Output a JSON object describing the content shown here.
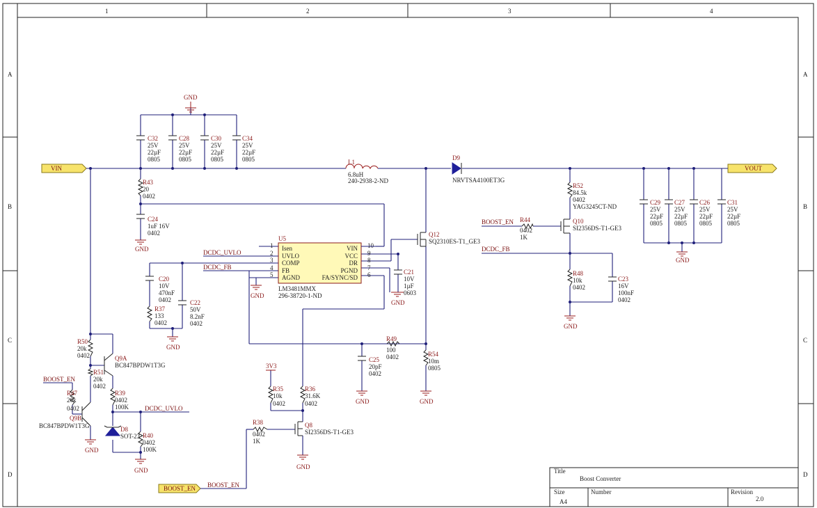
{
  "zones": {
    "columns": [
      "1",
      "2",
      "3",
      "4"
    ],
    "rows": [
      "A",
      "B",
      "C",
      "D"
    ]
  },
  "ports": {
    "vin": "VIN",
    "vout": "VOUT",
    "boost_en": "BOOST_EN"
  },
  "nets": {
    "gnd": "GND",
    "v3v3": "3V3",
    "dcdc_uvlo": "DCDC_UVLO",
    "dcdc_fb": "DCDC_FB",
    "boost_en": "BOOST_EN"
  },
  "components": {
    "c32": {
      "ref": "C32",
      "v": "25V",
      "val": "22µF",
      "pkg": "0805"
    },
    "c28": {
      "ref": "C28",
      "v": "25V",
      "val": "22µF",
      "pkg": "0805"
    },
    "c30": {
      "ref": "C30",
      "v": "25V",
      "val": "22µF",
      "pkg": "0805"
    },
    "c34": {
      "ref": "C34",
      "v": "25V",
      "val": "22µF",
      "pkg": "0805"
    },
    "r43": {
      "ref": "R43",
      "val": "20",
      "pkg": "0402"
    },
    "c24": {
      "ref": "C24",
      "val": "1uF 16V",
      "pkg": "0402"
    },
    "l1": {
      "ref": "L1",
      "val": "6.8uH",
      "pn": "240-2938-2-ND"
    },
    "d9": {
      "ref": "D9",
      "pn": "NRVTSA4100ET3G"
    },
    "u5": {
      "ref": "U5",
      "pn": "LM3481MMX",
      "pn2": "296-38720-1-ND",
      "pins_left": [
        {
          "num": "1",
          "name": "Isen"
        },
        {
          "num": "2",
          "name": "UVLO"
        },
        {
          "num": "3",
          "name": "COMP"
        },
        {
          "num": "4",
          "name": "FB"
        },
        {
          "num": "5",
          "name": "AGND"
        }
      ],
      "pins_right": [
        {
          "num": "10",
          "name": "VIN"
        },
        {
          "num": "9",
          "name": "VCC"
        },
        {
          "num": "8",
          "name": "DR"
        },
        {
          "num": "7",
          "name": "PGND"
        },
        {
          "num": "6",
          "name": "FA/SYNC/SD"
        }
      ]
    },
    "q12": {
      "ref": "Q12",
      "pn": "SQ2310ES-T1_GE3"
    },
    "c21": {
      "ref": "C21",
      "v": "10V",
      "val": "1µF",
      "pkg": "0603"
    },
    "c20": {
      "ref": "C20",
      "v": "10V",
      "val": "470nF",
      "pkg": "0402"
    },
    "r37": {
      "ref": "R37",
      "val": "133",
      "pkg": "0402"
    },
    "c22": {
      "ref": "C22",
      "v": "50V",
      "val": "8.2nF",
      "pkg": "0402"
    },
    "r52": {
      "ref": "R52",
      "val": "84.5k",
      "pkg": "0402",
      "pn": "YAG3245CT-ND"
    },
    "r44": {
      "ref": "R44",
      "pkg": "0402",
      "val": "1K"
    },
    "q10": {
      "ref": "Q10",
      "pn": "SI2356DS-T1-GE3"
    },
    "r48": {
      "ref": "R48",
      "val": "10k",
      "pkg": "0402"
    },
    "c23": {
      "ref": "C23",
      "v": "16V",
      "val": "100nF",
      "pkg": "0402"
    },
    "c29": {
      "ref": "C29",
      "v": "25V",
      "val": "22µF",
      "pkg": "0805"
    },
    "c27": {
      "ref": "C27",
      "v": "25V",
      "val": "22µF",
      "pkg": "0805"
    },
    "c26": {
      "ref": "C26",
      "v": "25V",
      "val": "22µF",
      "pkg": "0805"
    },
    "c31": {
      "ref": "C31",
      "v": "25V",
      "val": "22µF",
      "pkg": "0805"
    },
    "r50": {
      "ref": "R50",
      "val": "20k",
      "pkg": "0402"
    },
    "q9a": {
      "ref": "Q9A",
      "pn": "BC847BPDW1T3G"
    },
    "r51": {
      "ref": "R51",
      "val": "20k",
      "pkg": "0402"
    },
    "r47": {
      "ref": "R47",
      "val": "20k",
      "pkg": "0402"
    },
    "q9b": {
      "ref": "Q9B",
      "pn": "BC847BPDW1T3G"
    },
    "r39": {
      "ref": "R39",
      "pkg": "0402",
      "val": "100K"
    },
    "d8": {
      "ref": "D8",
      "pkg": "SOT-23"
    },
    "r40": {
      "ref": "R40",
      "pkg": "0402",
      "val": "100K"
    },
    "r49": {
      "ref": "R49",
      "val": "100",
      "pkg": "0402"
    },
    "c25": {
      "ref": "C25",
      "val": "20pF",
      "pkg": "0402"
    },
    "r54": {
      "ref": "R54",
      "val": "10m",
      "pkg": "0805"
    },
    "r35": {
      "ref": "R35",
      "val": "10k",
      "pkg": "0402"
    },
    "r36": {
      "ref": "R36",
      "val": "31.6K",
      "pkg": "0402"
    },
    "r38": {
      "ref": "R38",
      "pkg": "0402",
      "val": "1K"
    },
    "q8": {
      "ref": "Q8",
      "pn": "SI2356DS-T1-GE3"
    }
  },
  "title_block": {
    "title_label": "Title",
    "title": "Boost Converter",
    "size_label": "Size",
    "size": "A4",
    "number_label": "Number",
    "revision_label": "Revision",
    "revision": "2.0"
  }
}
